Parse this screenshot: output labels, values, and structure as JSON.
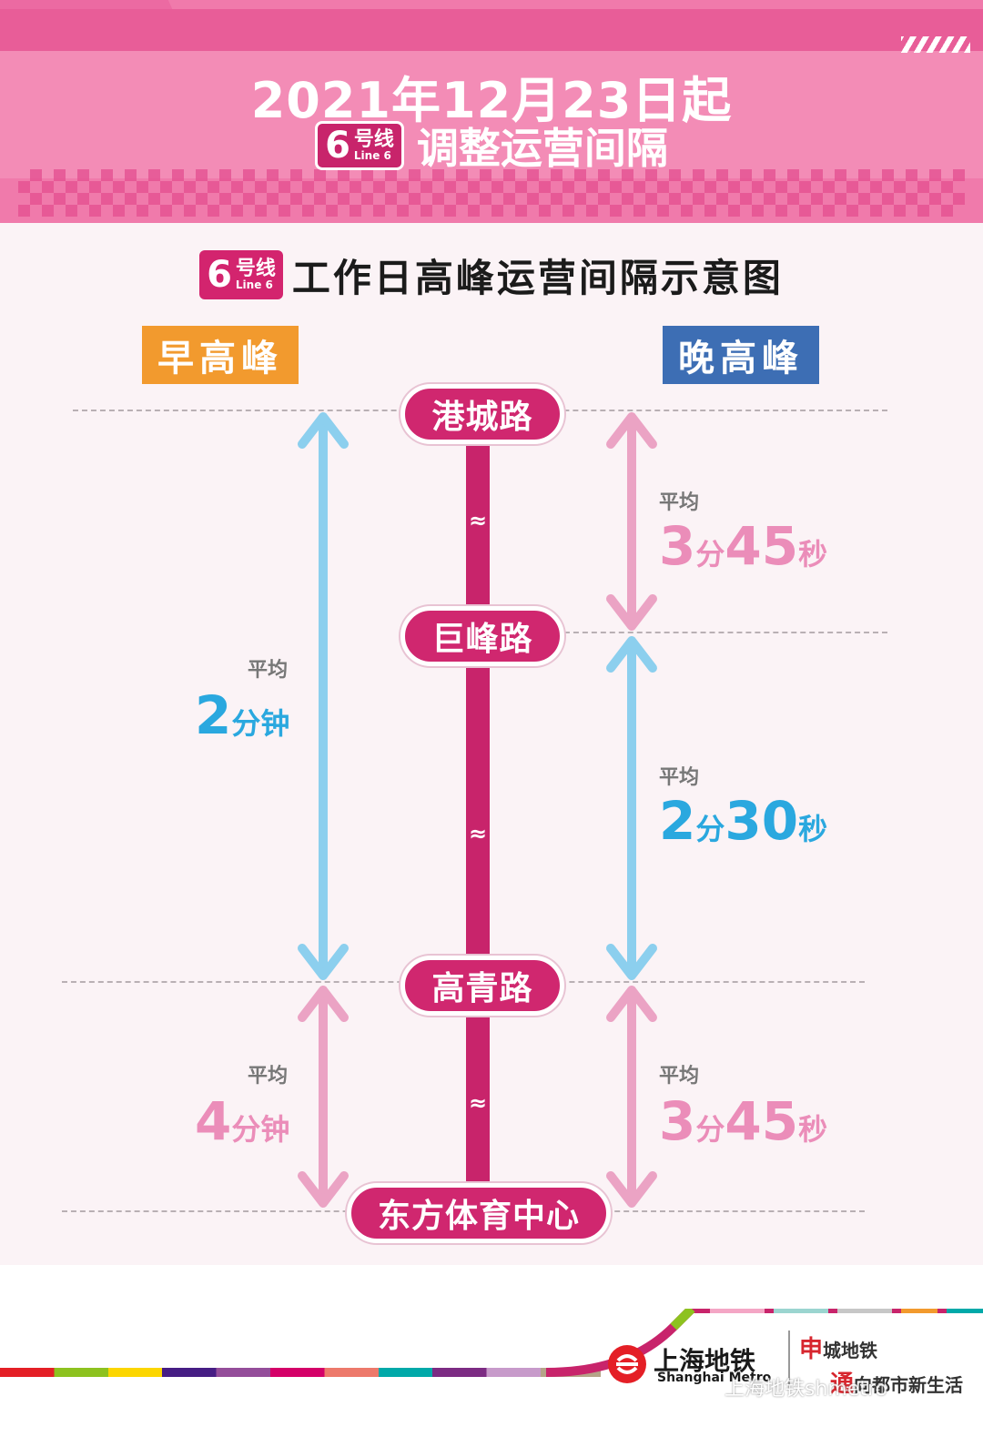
{
  "header": {
    "date": "2021年12月23日起",
    "line_badge": {
      "num": "6",
      "zh": "号线",
      "en": "Line 6"
    },
    "subtitle": "调整运营间隔"
  },
  "title": {
    "line_badge": {
      "num": "6",
      "zh": "号线",
      "en": "Line 6"
    },
    "text": "工作日高峰运营间隔示意图"
  },
  "morning_peak": "早高峰",
  "evening_peak": "晚高峰",
  "stations": [
    "港城路",
    "巨峰路",
    "高青路",
    "东方体育中心"
  ],
  "tilde": "≈",
  "morning_intervals": [
    {
      "avg": "平均",
      "num": "2",
      "unit": "分钟",
      "color": "#2aa8df"
    },
    {
      "avg": "平均",
      "num": "4",
      "unit": "分钟",
      "color": "#eb8db9"
    }
  ],
  "evening_intervals": [
    {
      "avg": "平均",
      "num1": "3",
      "u1": "分",
      "num2": "45",
      "u2": "秒",
      "color": "#eb8db9"
    },
    {
      "avg": "平均",
      "num1": "2",
      "u1": "分",
      "num2": "30",
      "u2": "秒",
      "color": "#2aa8df"
    },
    {
      "avg": "平均",
      "num1": "3",
      "u1": "分",
      "num2": "45",
      "u2": "秒",
      "color": "#eb8db9"
    }
  ],
  "footer": {
    "metro_name": "上海地铁",
    "metro_en": "Shanghai Metro",
    "slogan1_red": "申",
    "slogan1": "城地铁",
    "slogan2_red": "通",
    "slogan2": "向都市新生活",
    "watermark": "上海地铁shmetro"
  },
  "colors": {
    "brand": "#d0276f",
    "blue": "#2aa8df",
    "pink": "#eb8db9",
    "orange": "#f29a2e",
    "navy": "#3d6eb4"
  }
}
